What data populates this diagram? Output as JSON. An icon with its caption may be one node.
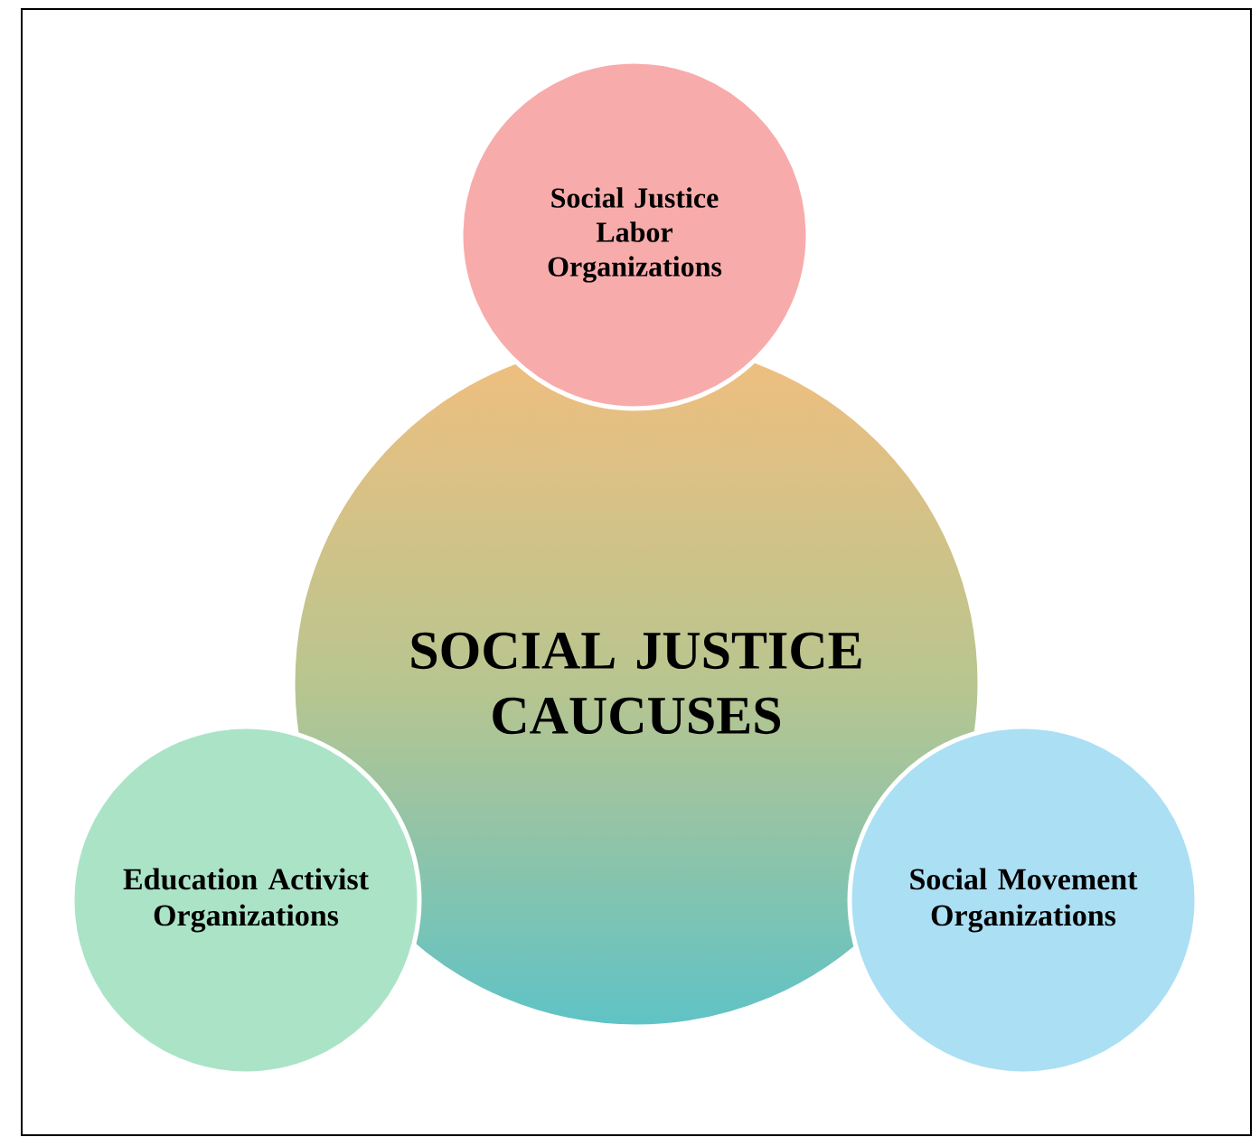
{
  "diagram": {
    "nodes": [
      {
        "text": [
          "Social Justice Labor Organizations"
        ]
      },
      {
        "text": [
          "SOCIAL JUSTICE CAUCUSES"
        ]
      },
      {
        "text": [
          "Education Activist Organizations"
        ]
      },
      {
        "text": [
          "Social Movement Organizations"
        ]
      }
    ]
  }
}
